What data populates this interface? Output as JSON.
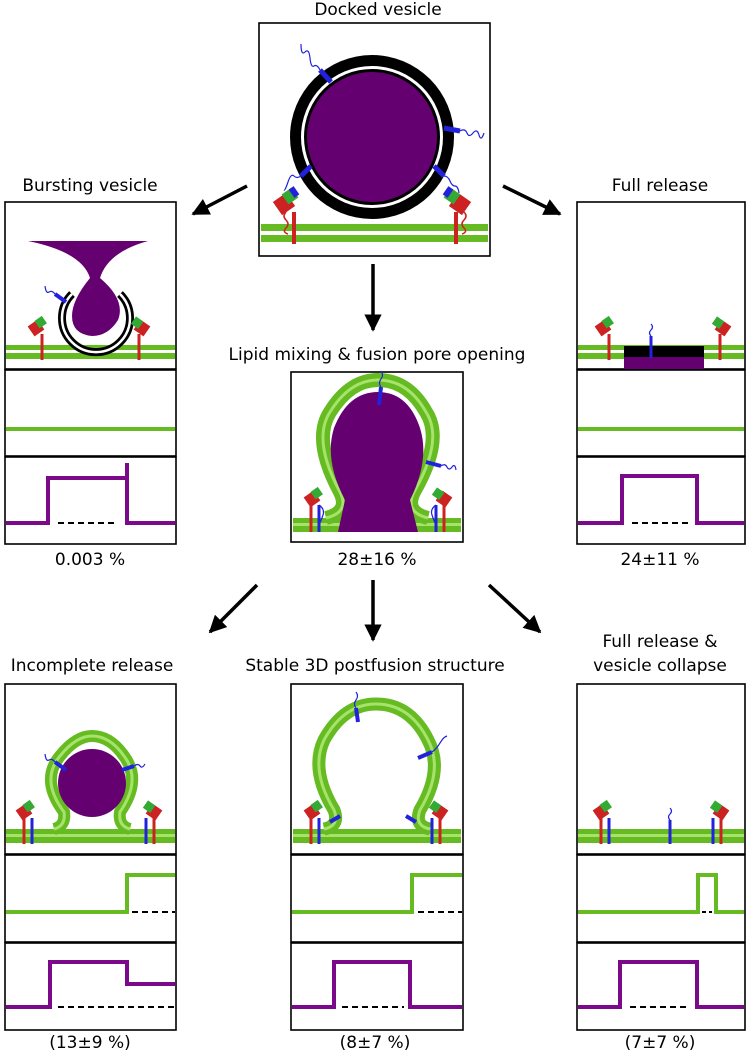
{
  "diagram_title": "",
  "panels": {
    "docked": {
      "title": "Docked vesicle"
    },
    "bursting": {
      "title": "Bursting vesicle",
      "percent": "0.003 %"
    },
    "lipid_mixing": {
      "title": "Lipid mixing & fusion pore opening",
      "percent": "28±16 %"
    },
    "full_release": {
      "title": "Full release",
      "percent": "24±11 %"
    },
    "incomplete": {
      "title": "Incomplete release",
      "percent": "(13±9 %)"
    },
    "stable_3d": {
      "title": "Stable 3D postfusion structure",
      "percent": "(8±7 %)"
    },
    "collapse": {
      "title_line1": "Full release &",
      "title_line2": "vesicle collapse",
      "percent": "(7±7 %)"
    }
  },
  "colors": {
    "content": "#650070",
    "membrane": "#66bb22",
    "membrane_light": "#a6e36a",
    "vesicle_shell": "#000000",
    "v_snare": "#2222dd",
    "t_snare": "#cc2222",
    "snap25": "#33aa33",
    "trace_lipid": "#66bb22",
    "trace_content": "#7a0a8a"
  },
  "trace_levels": {
    "bursting": {
      "lipid": "none",
      "content": "rise then fall"
    },
    "full_release": {
      "lipid": "none",
      "content": "rise then fall"
    },
    "incomplete": {
      "lipid": "rise and stay",
      "content": "rise then partial fall"
    },
    "stable_3d": {
      "lipid": "rise and stay",
      "content": "rise then fall"
    },
    "collapse": {
      "lipid": "transient",
      "content": "rise then fall"
    }
  }
}
